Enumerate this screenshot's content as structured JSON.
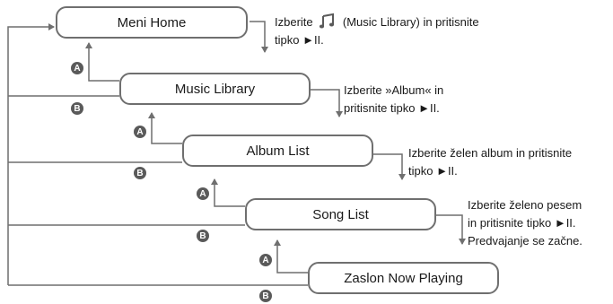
{
  "screens": {
    "home": "Meni Home",
    "library": "Music Library",
    "albums": "Album List",
    "songs": "Song List",
    "now_playing": "Zaslon Now Playing"
  },
  "instructions": {
    "home_1a": "Izberite",
    "home_1b": "(Music Library) in pritisnite",
    "home_2": "tipko ►II.",
    "library_1": "Izberite »Album« in",
    "library_2": "pritisnite tipko ►II.",
    "albums_1": "Izberite želen album in pritisnite",
    "albums_2": "tipko ►II.",
    "songs_1": "Izberite želeno pesem",
    "songs_2": "in pritisnite tipko ►II.",
    "songs_3": "Predvajanje se začne."
  },
  "badges": {
    "a": "A",
    "b": "B"
  },
  "icons": {
    "music_library": "music-note-icon"
  },
  "colors": {
    "line": "#6f6f6f",
    "badge": "#5a5a5a"
  }
}
